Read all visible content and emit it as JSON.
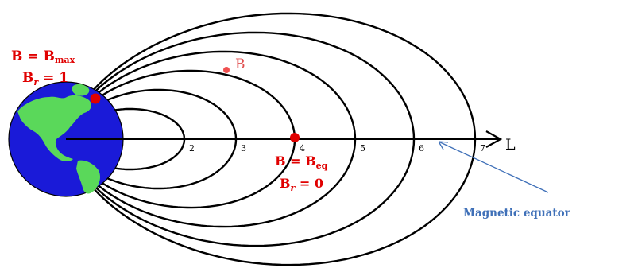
{
  "axis": {
    "label": "L",
    "ticks": [
      "2",
      "3",
      "4",
      "5",
      "6",
      "7"
    ]
  },
  "annotations": {
    "pole_line1_base": "B = B",
    "pole_line1_sub": "max",
    "pole_line2_base": "B",
    "pole_line2_sub": "r",
    "pole_line2_rest": " = 1",
    "point_label": "B",
    "eq_line1_base": "B = B",
    "eq_line1_sub": "eq",
    "eq_line2_base": "B",
    "eq_line2_sub": "r",
    "eq_line2_rest": " = 0",
    "equator_label": "Magnetic equator"
  },
  "field_lines_L": [
    2,
    3,
    4,
    5,
    6,
    7
  ],
  "colors": {
    "field_line": "#000000",
    "marker": "#e00000",
    "point_marker": "#f05050",
    "equator": "#3f70b8",
    "ocean": "#1a1ad8",
    "land": "#5ad85a"
  }
}
